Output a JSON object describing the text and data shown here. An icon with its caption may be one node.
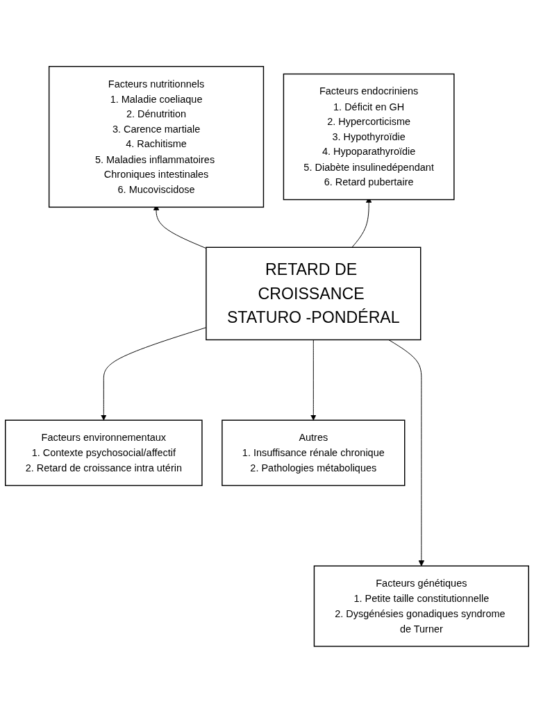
{
  "diagram": {
    "nodes": [
      {
        "text": [
          "Facteurs nutritionnels",
          "1. Maladie coeliaque",
          "2. Dénutrition",
          "3. Carence martiale",
          "4. Rachitisme",
          "5. Maladies inflammatoires Chroniques intestinales",
          "6. Mucoviscidose"
        ]
      },
      {
        "text": [
          "Facteurs endocriniens",
          "1. Déficit en GH",
          "2. Hypercorticisme",
          "3. Hypothyroïdie",
          "4. Hypoparathyroïdie",
          "5. Diabète insulinedépendant",
          "6. Retard pubertaire"
        ]
      },
      {
        "text": [
          "RETARD DE CROISSANCE STATURO -PONDÉRAL"
        ]
      },
      {
        "text": [
          "Facteurs environnementaux",
          "1. Contexte psychosocial/affectif",
          "2. Retard de croissance intra utérin"
        ]
      },
      {
        "text": [
          "Autres",
          "1. Insuffisance rénale chronique",
          "2. Pathologies métaboliques"
        ]
      },
      {
        "text": [
          "Facteurs génétiques",
          "1. Petite taille constitutionnelle",
          "2. Dysgénésies gonadiques syndrome de Turner"
        ]
      }
    ],
    "edges": [
      {
        "from": 2,
        "to": 0,
        "arrow": "to"
      },
      {
        "from": 2,
        "to": 1,
        "arrow": "to"
      },
      {
        "from": 2,
        "to": 3,
        "arrow": "to"
      },
      {
        "from": 2,
        "to": 4,
        "arrow": "to"
      },
      {
        "from": 2,
        "to": 5,
        "arrow": "to"
      }
    ]
  }
}
